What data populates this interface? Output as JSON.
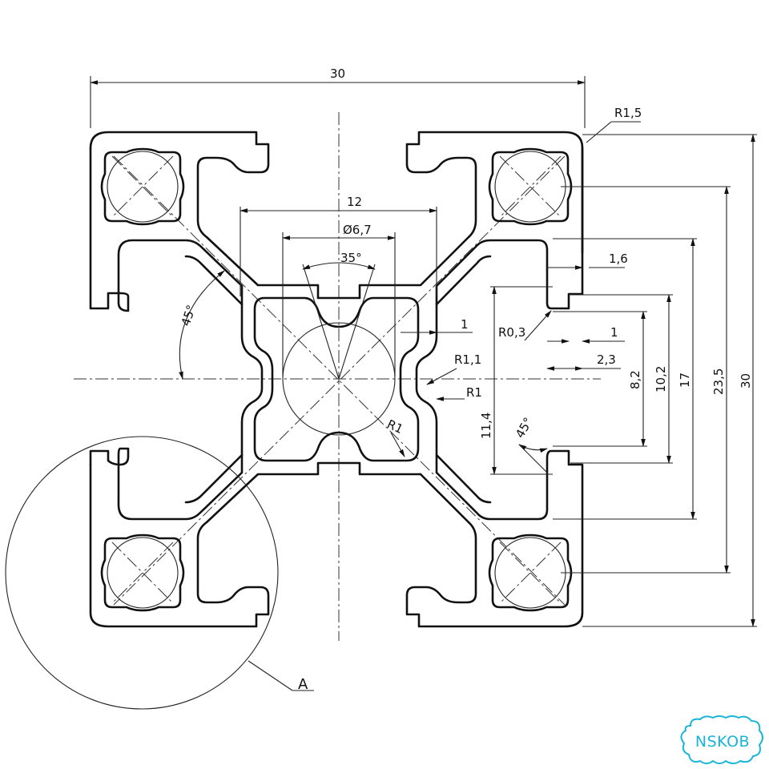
{
  "dimensions": {
    "width_30": "30",
    "height_30": "30",
    "d_23_5": "23,5",
    "d_17": "17",
    "d_12": "12",
    "d_dia": "Ø6,7",
    "d_10_2": "10,2",
    "d_8_2": "8,2",
    "d_11_4": "11,4",
    "d_1_6": "1,6",
    "d_1_top": "1",
    "d_1_mid": "1",
    "d_2_3": "2,3"
  },
  "radii": {
    "r1_5": "R1,5",
    "r0_3": "R0,3",
    "r1_1": "R1,1",
    "r1_a": "R1",
    "r1_b": "R1"
  },
  "angles": {
    "a35": "35°",
    "a45_left": "45°",
    "a45_right": "45°"
  },
  "detail_label": "A",
  "logo": {
    "text": "NSKOB",
    "color": "#19b5d8"
  },
  "colors": {
    "line": "#111111",
    "background": "#ffffff"
  }
}
